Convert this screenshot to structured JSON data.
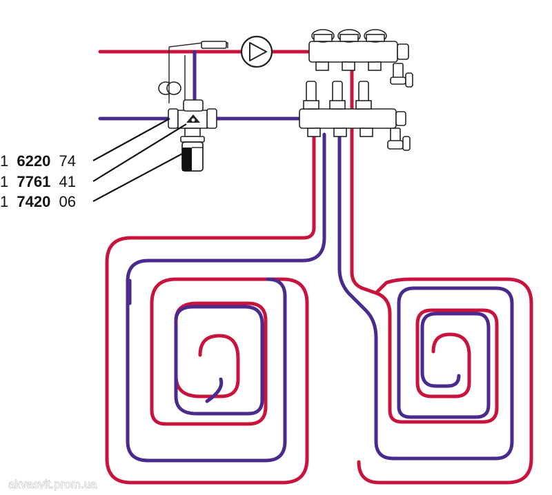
{
  "colors": {
    "hot_pipe": "#c8143c",
    "cold_pipe": "#4a2a8c",
    "outline": "#222222"
  },
  "part_numbers": [
    {
      "prefix": "1",
      "bold": "6220",
      "suffix": "74"
    },
    {
      "prefix": "1",
      "bold": "7761",
      "suffix": "41"
    },
    {
      "prefix": "1",
      "bold": "7420",
      "suffix": "06"
    }
  ],
  "watermark": "akvasvit.prom.ua",
  "icons": {
    "pump": "pump-symbol-icon",
    "valve": "three-way-valve-icon",
    "actuator": "actuator-icon",
    "manifold": "manifold-icon"
  }
}
